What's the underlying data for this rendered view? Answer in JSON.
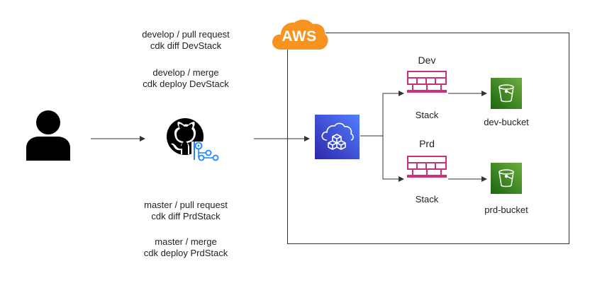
{
  "annotations": {
    "dev_pr_line1": "develop / pull request",
    "dev_pr_line2": "cdk diff DevStack",
    "dev_merge_line1": "develop / merge",
    "dev_merge_line2": "cdk deploy DevStack",
    "prd_pr_line1": "master / pull request",
    "prd_pr_line2": "cdk diff PrdStack",
    "prd_merge_line1": "master / merge",
    "prd_merge_line2": "cdk deploy PrdStack"
  },
  "aws": {
    "logo_text": "AWS"
  },
  "stacks": {
    "dev": {
      "env_label": "Dev",
      "stack_label": "Stack",
      "bucket_label": "dev-bucket"
    },
    "prd": {
      "env_label": "Prd",
      "stack_label": "Stack",
      "bucket_label": "prd-bucket"
    }
  },
  "icons": {
    "user": "user-icon",
    "github": "github-actions-icon",
    "cdk": "cloudformation-icon",
    "stack": "stack-icon",
    "bucket": "s3-bucket-icon"
  },
  "colors": {
    "aws_orange": "#F7931E",
    "cloudformation_blue": "#3B48CC",
    "stack_magenta": "#C7317A",
    "s3_green": "#3F8624",
    "actions_blue": "#2088FF"
  }
}
